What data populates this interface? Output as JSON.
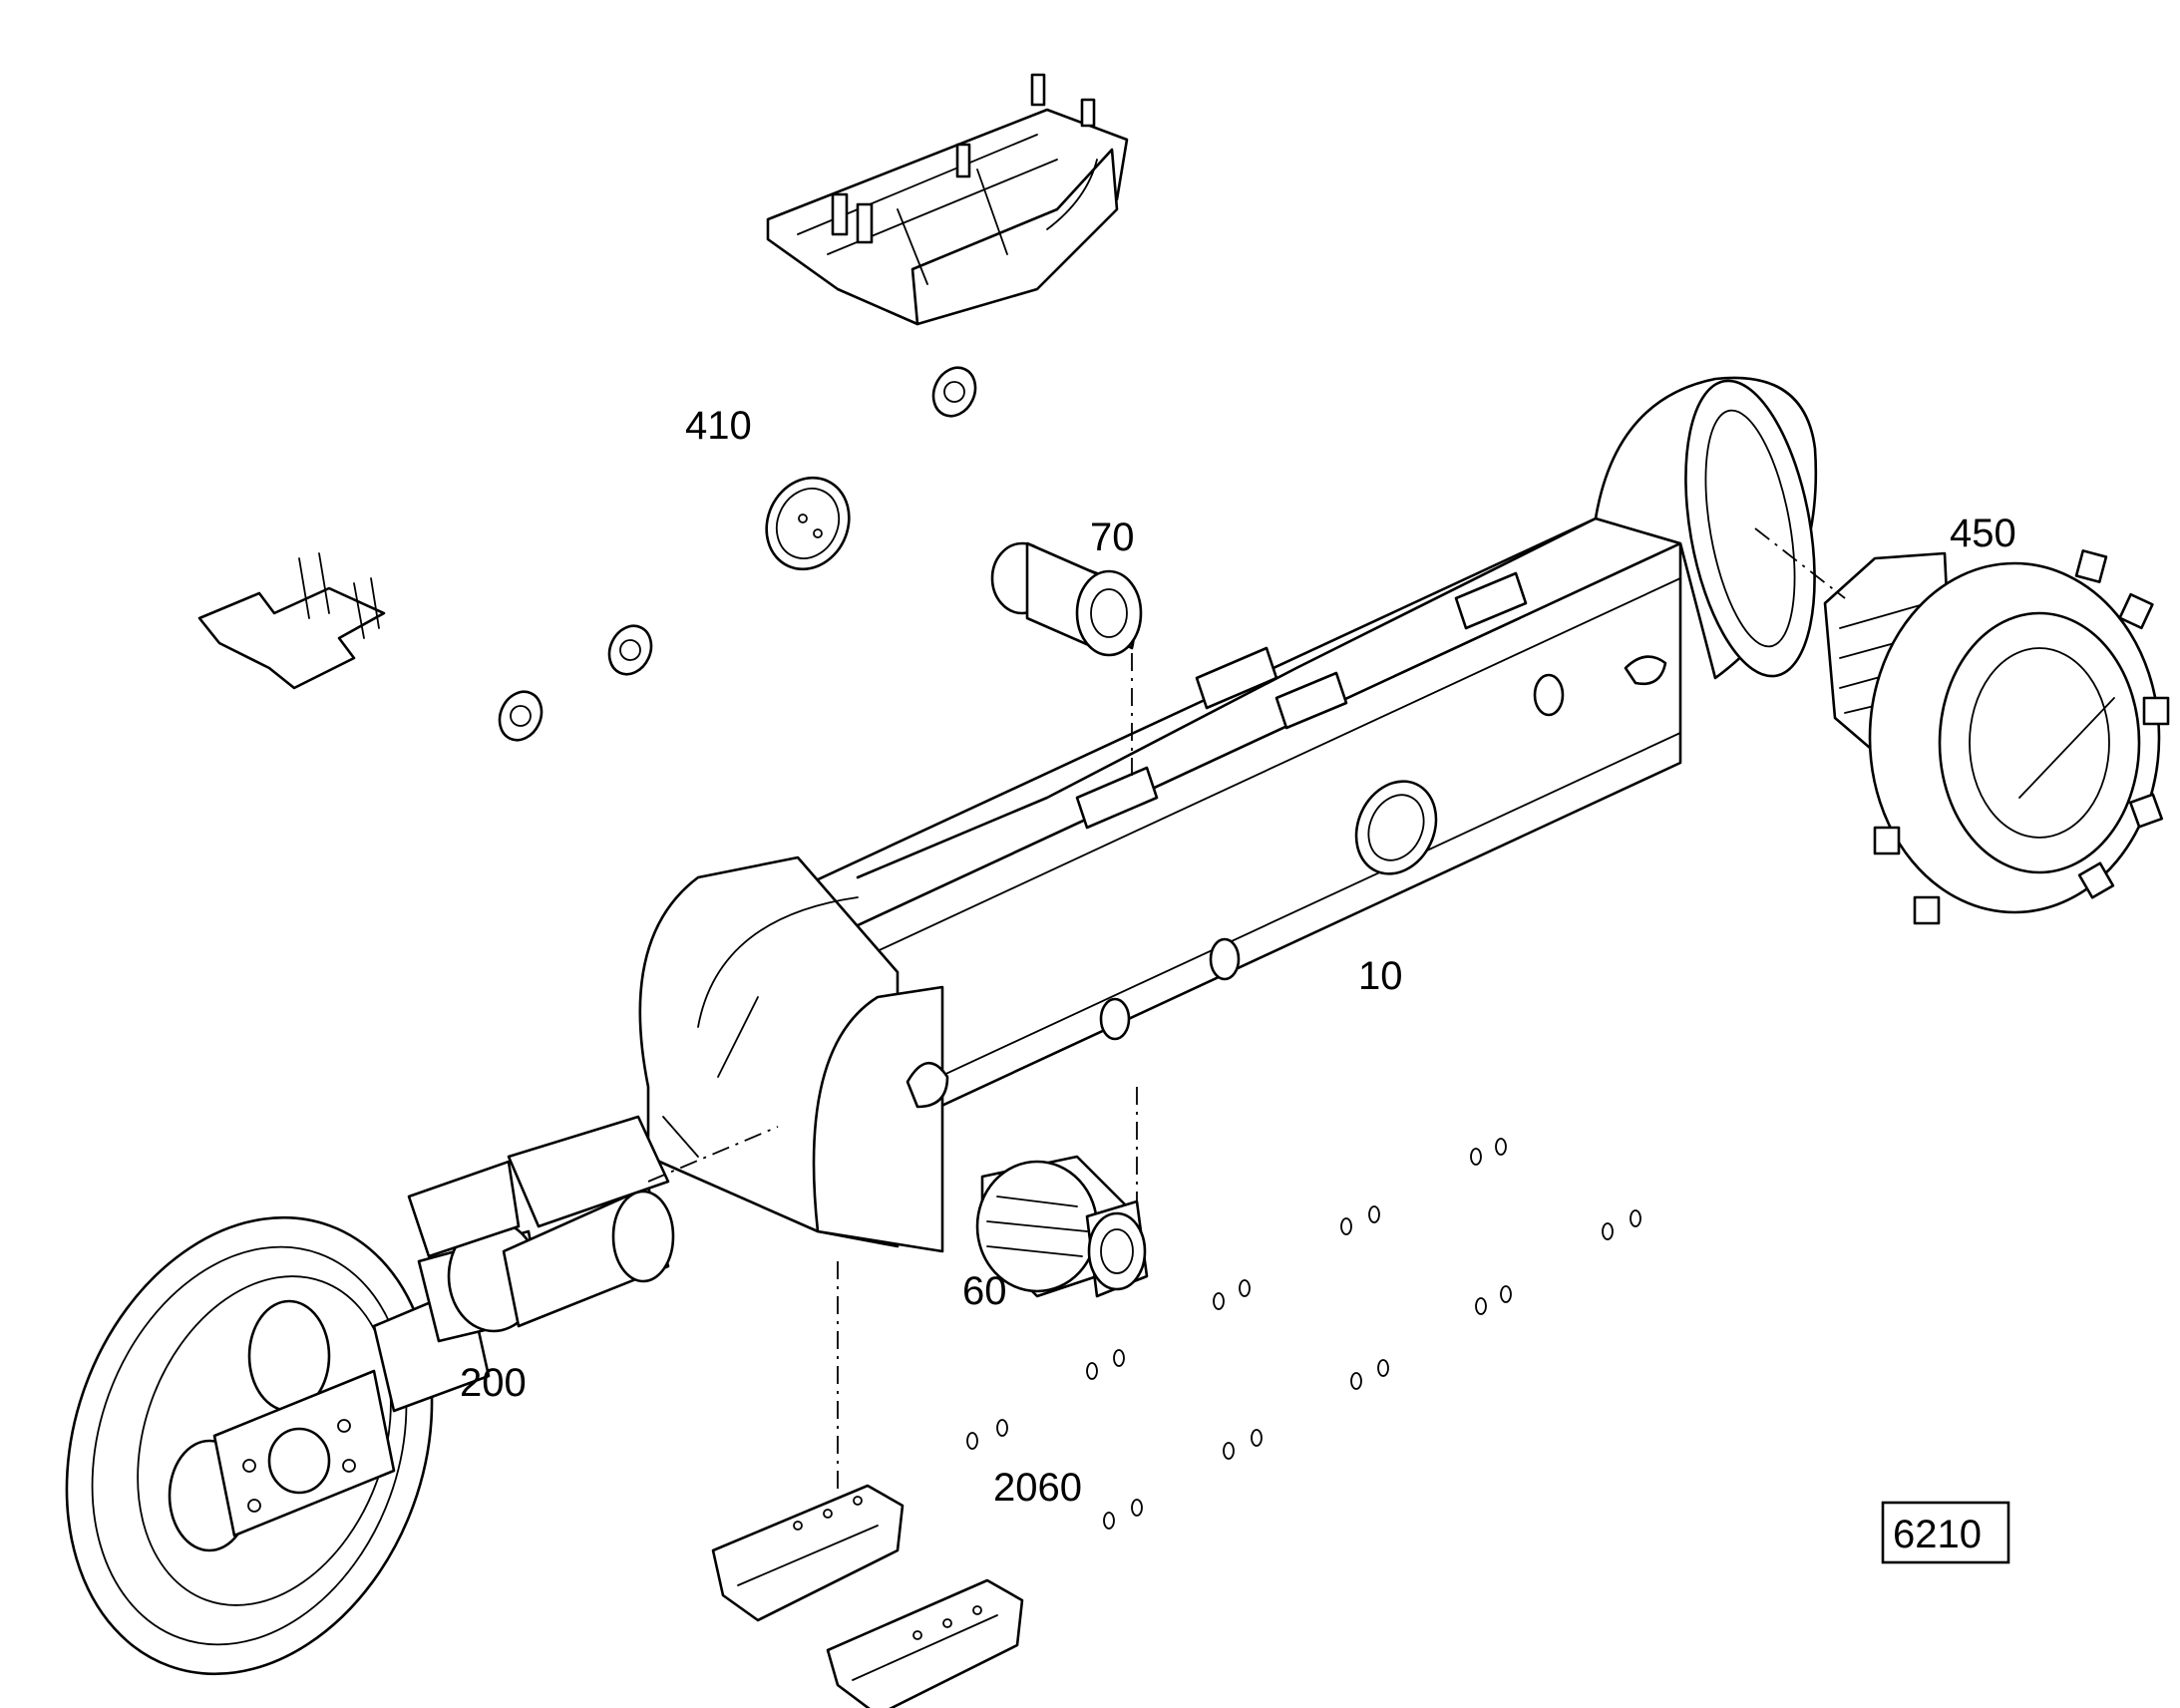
{
  "callouts": {
    "c410": "410",
    "c70": "70",
    "c450": "450",
    "c10": "10",
    "c60": "60",
    "c200": "200",
    "c2060": "2060"
  },
  "figure_number": "6210",
  "colors": {
    "line": "#000000",
    "background": "#ffffff"
  }
}
